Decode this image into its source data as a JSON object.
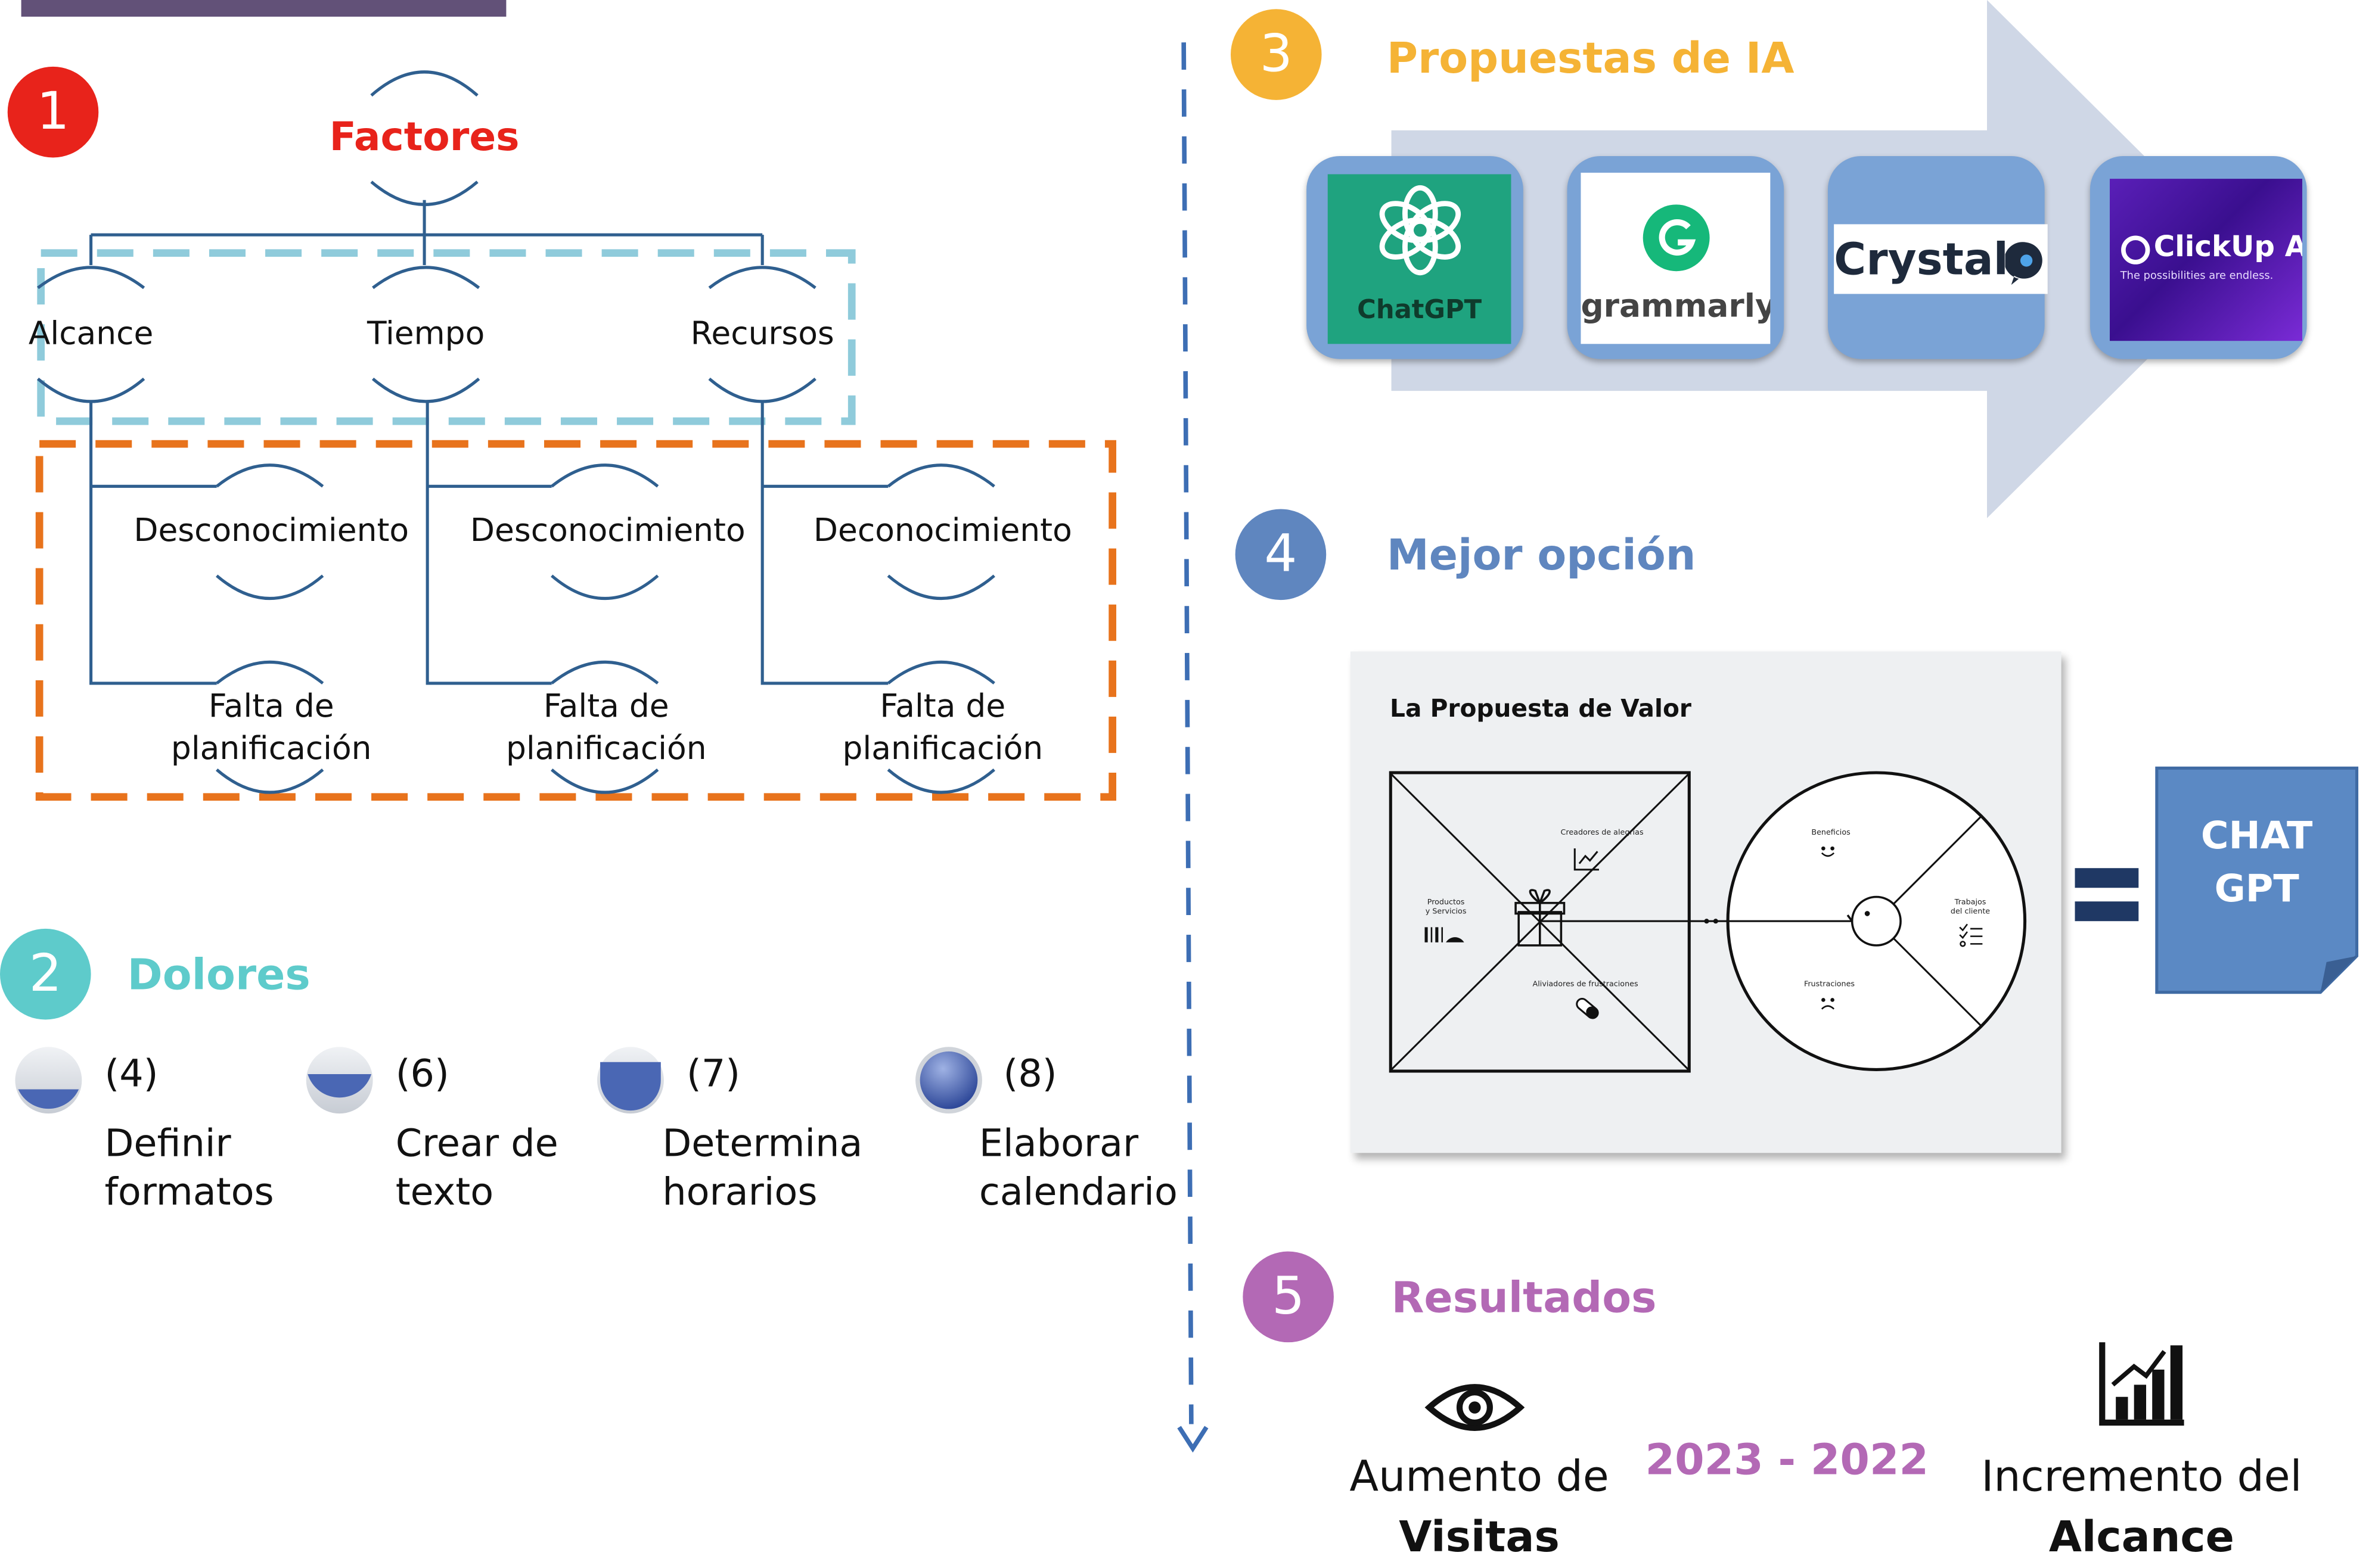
{
  "section1": {
    "number": "1",
    "root": "Factores",
    "factors": [
      "Alcance",
      "Tiempo",
      "Recursos"
    ],
    "causes": [
      "Desconocimiento",
      "Desconocimiento",
      "Deconocimiento"
    ],
    "planning_line1": "Falta de",
    "planning_line2": "planificación"
  },
  "section2": {
    "number": "2",
    "title": "Dolores",
    "items": [
      {
        "count": "(4)",
        "line1": "Definir",
        "line2": "formatos"
      },
      {
        "count": "(6)",
        "line1": "Crear de",
        "line2": "texto"
      },
      {
        "count": "(7)",
        "line1": "Determina",
        "line2": "horarios"
      },
      {
        "count": "(8)",
        "line1": "Elaborar",
        "line2": "calendario"
      }
    ]
  },
  "section3": {
    "number": "3",
    "title": "Propuestas de IA",
    "tools": [
      {
        "name": "ChatGPT"
      },
      {
        "name": "grammarly"
      },
      {
        "name": "Crystal"
      },
      {
        "name": "ClickUp AI",
        "tagline": "The possibilities are endless."
      }
    ]
  },
  "section4": {
    "number": "4",
    "title": "Mejor opción",
    "canvas": {
      "title": "La Propuesta de Valor",
      "labels": {
        "creators": "Creadores de alegrías",
        "products_1": "Productos",
        "products_2": "y Servicios",
        "relievers": "Aliviadores de frustraciones",
        "gains": "Beneficios",
        "jobs_1": "Trabajos",
        "jobs_2": "del cliente",
        "pains": "Frustraciones"
      }
    },
    "result_line1": "CHAT",
    "result_line2": "GPT"
  },
  "section5": {
    "number": "5",
    "title": "Resultados",
    "visits_line1": "Aumento de",
    "visits_line2": "Visitas",
    "years": "2023 - 2022",
    "reach_line1": "Incremento del",
    "reach_line2": "Alcance"
  },
  "colors": {
    "red": "#e8231b",
    "teal": "#5ecbcb",
    "gold": "#f5b335",
    "steel": "#5f86bf",
    "purple": "#b369b5",
    "orange": "#e8731c",
    "lightblue": "#8fcbdb",
    "line": "#2f5f8f"
  }
}
